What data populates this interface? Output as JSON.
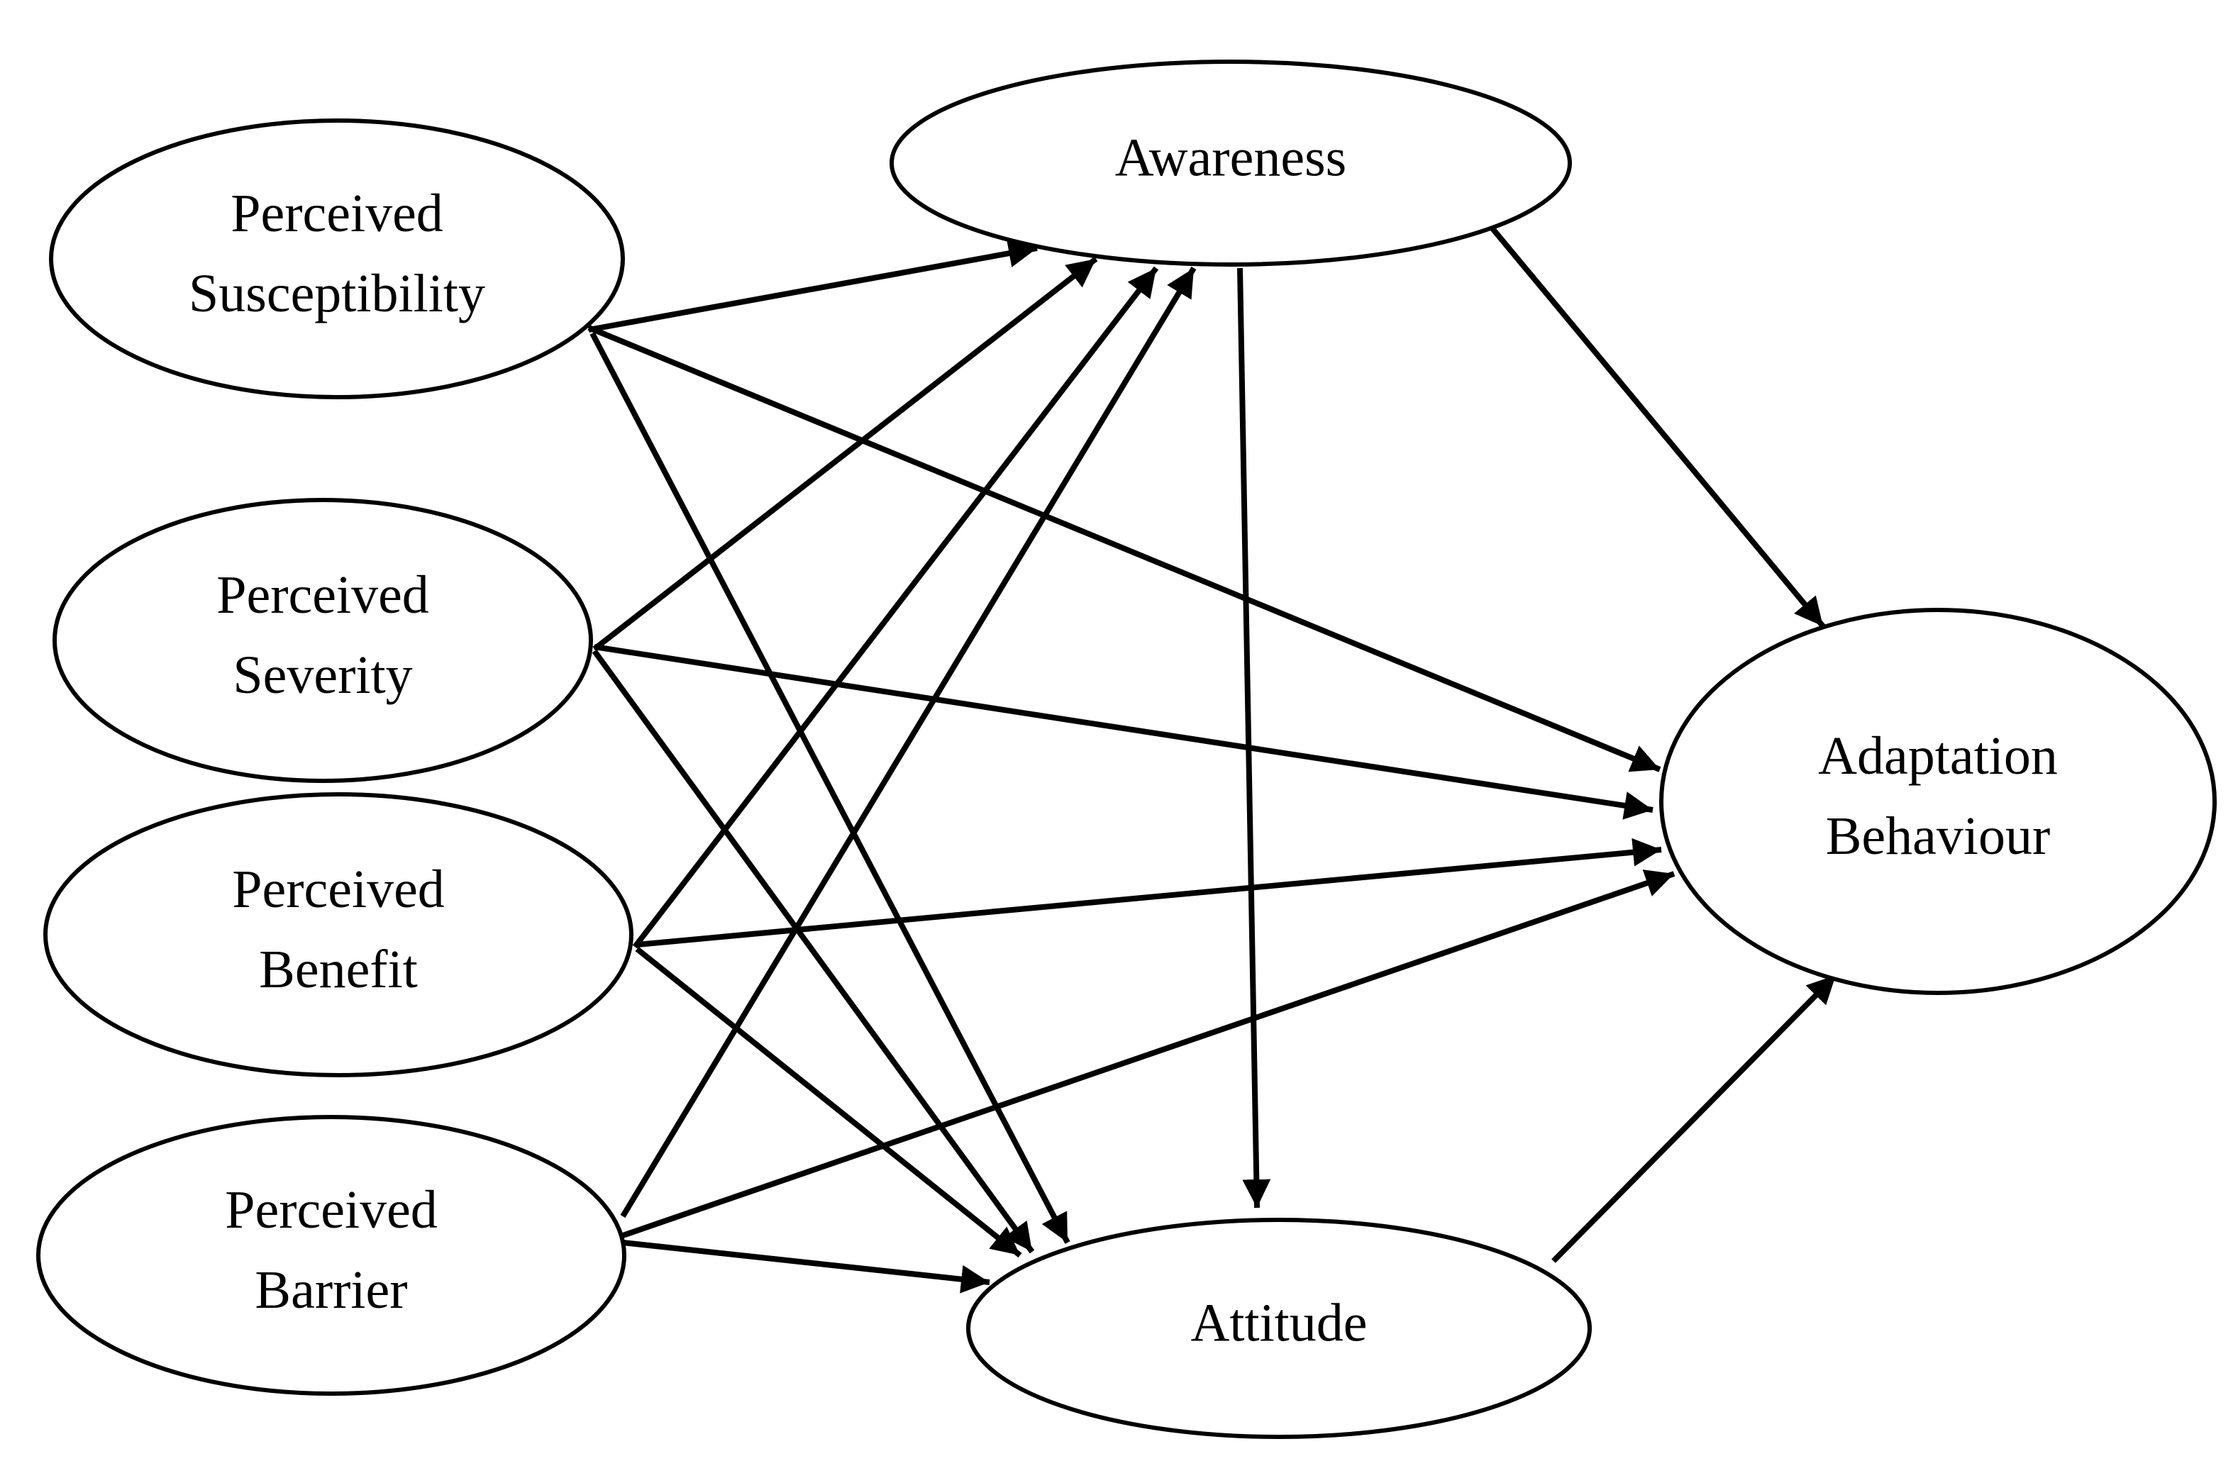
{
  "diagram": {
    "nodes": [
      {
        "id": "perceived-susceptibility",
        "lines": [
          "Perceived",
          "Susceptibility"
        ]
      },
      {
        "id": "perceived-severity",
        "lines": [
          "Perceived",
          "Severity"
        ]
      },
      {
        "id": "perceived-benefit",
        "lines": [
          "Perceived",
          "Benefit"
        ]
      },
      {
        "id": "perceived-barrier",
        "lines": [
          "Perceived",
          "Barrier"
        ]
      },
      {
        "id": "awareness",
        "lines": [
          "Awareness"
        ]
      },
      {
        "id": "attitude",
        "lines": [
          "Attitude"
        ]
      },
      {
        "id": "adaptation-behaviour",
        "lines": [
          "Adaptation",
          "Behaviour"
        ]
      }
    ],
    "edges": [
      {
        "from": "perceived-susceptibility",
        "to": "awareness"
      },
      {
        "from": "perceived-susceptibility",
        "to": "attitude"
      },
      {
        "from": "perceived-susceptibility",
        "to": "adaptation-behaviour"
      },
      {
        "from": "perceived-severity",
        "to": "awareness"
      },
      {
        "from": "perceived-severity",
        "to": "attitude"
      },
      {
        "from": "perceived-severity",
        "to": "adaptation-behaviour"
      },
      {
        "from": "perceived-benefit",
        "to": "awareness"
      },
      {
        "from": "perceived-benefit",
        "to": "attitude"
      },
      {
        "from": "perceived-benefit",
        "to": "adaptation-behaviour"
      },
      {
        "from": "perceived-barrier",
        "to": "awareness"
      },
      {
        "from": "perceived-barrier",
        "to": "attitude"
      },
      {
        "from": "perceived-barrier",
        "to": "adaptation-behaviour"
      },
      {
        "from": "awareness",
        "to": "attitude"
      },
      {
        "from": "awareness",
        "to": "adaptation-behaviour"
      },
      {
        "from": "attitude",
        "to": "adaptation-behaviour"
      }
    ]
  }
}
